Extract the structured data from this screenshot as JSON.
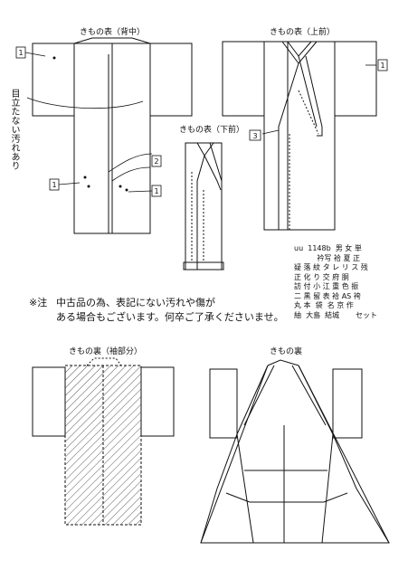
{
  "diagrams": {
    "back_title": "きもの表（背中）",
    "front_upper_title": "きもの表（上前）",
    "front_lower_title": "きもの表（下前）",
    "lining_sleeve_title": "きもの裏（袖部分）",
    "lining_title": "きもの裏"
  },
  "markers": {
    "back_top_left": "1",
    "back_lower_left": "1",
    "back_lower_right_a": "2",
    "back_lower_right_b": "1",
    "front_right_sleeve": "1",
    "front_upper_collar": "3"
  },
  "handwritten_note": "目立たない汚れあり",
  "notice": {
    "mark": "※注",
    "line1": "中古品の為、表記にない汚れや傷が",
    "line2": "ある場合もございます。何卒ご了承くださいませ。"
  },
  "code_table": {
    "row1": "uu  1148b  男 女 単",
    "row2": "          衿写 袷 夏 正",
    "row3": "疑 落 紋 タ レ リ ス 残",
    "row4": "正 化 り 交 府 胴",
    "row5": "訪 付 小 江 重 色 振",
    "row6": "二 黒 留 表 袷 AS 袴",
    "row7": "丸 本  袋  名 京 作",
    "row8": "紬  大島  結城       セット"
  }
}
